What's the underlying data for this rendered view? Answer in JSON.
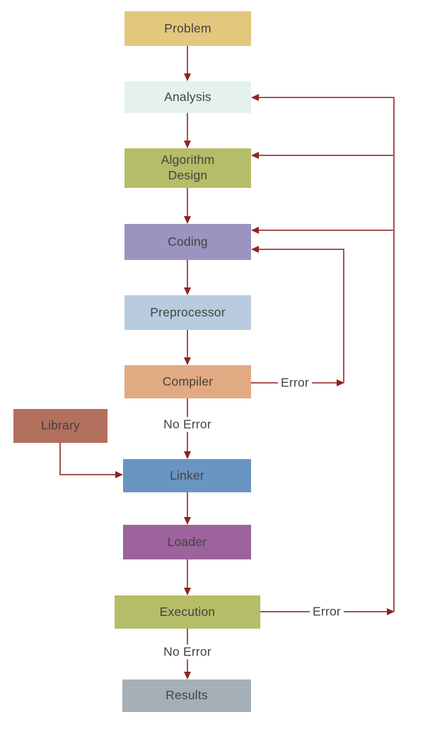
{
  "flowchart": {
    "description": "Program development process flowchart",
    "nodes": [
      {
        "id": "problem",
        "label": "Problem",
        "color": "#e3c77d"
      },
      {
        "id": "analysis",
        "label": "Analysis",
        "color": "#e4f1ef"
      },
      {
        "id": "algorithm-design",
        "label": "Algorithm\nDesign",
        "color": "#b6bd68"
      },
      {
        "id": "coding",
        "label": "Coding",
        "color": "#9b94c0"
      },
      {
        "id": "preprocessor",
        "label": "Preprocessor",
        "color": "#b8cbdf"
      },
      {
        "id": "compiler",
        "label": "Compiler",
        "color": "#e1aa82"
      },
      {
        "id": "library",
        "label": "Library",
        "color": "#b2705d"
      },
      {
        "id": "linker",
        "label": "Linker",
        "color": "#6a95c2"
      },
      {
        "id": "loader",
        "label": "Loader",
        "color": "#9d639c"
      },
      {
        "id": "execution",
        "label": "Execution",
        "color": "#b6bd68"
      },
      {
        "id": "results",
        "label": "Results",
        "color": "#a6afb7"
      }
    ],
    "edge_labels": {
      "compiler_error": "Error",
      "compiler_no_error": "No Error",
      "execution_error": "Error",
      "execution_no_error": "No Error"
    },
    "edges": [
      {
        "from": "problem",
        "to": "analysis"
      },
      {
        "from": "analysis",
        "to": "algorithm-design"
      },
      {
        "from": "algorithm-design",
        "to": "coding"
      },
      {
        "from": "coding",
        "to": "preprocessor"
      },
      {
        "from": "preprocessor",
        "to": "compiler"
      },
      {
        "from": "compiler",
        "to": "linker",
        "label": "No Error"
      },
      {
        "from": "compiler",
        "to": "coding",
        "label": "Error"
      },
      {
        "from": "library",
        "to": "linker"
      },
      {
        "from": "linker",
        "to": "loader"
      },
      {
        "from": "loader",
        "to": "execution"
      },
      {
        "from": "execution",
        "to": "results",
        "label": "No Error"
      },
      {
        "from": "execution",
        "to": "analysis",
        "label": "Error"
      },
      {
        "from": "execution",
        "to": "algorithm-design",
        "label": "Error"
      },
      {
        "from": "execution",
        "to": "coding",
        "label": "Error"
      }
    ],
    "colors": {
      "line": "#a35450",
      "arrowhead": "#8e2420",
      "text": "#434343",
      "background": "#ffffff"
    }
  }
}
